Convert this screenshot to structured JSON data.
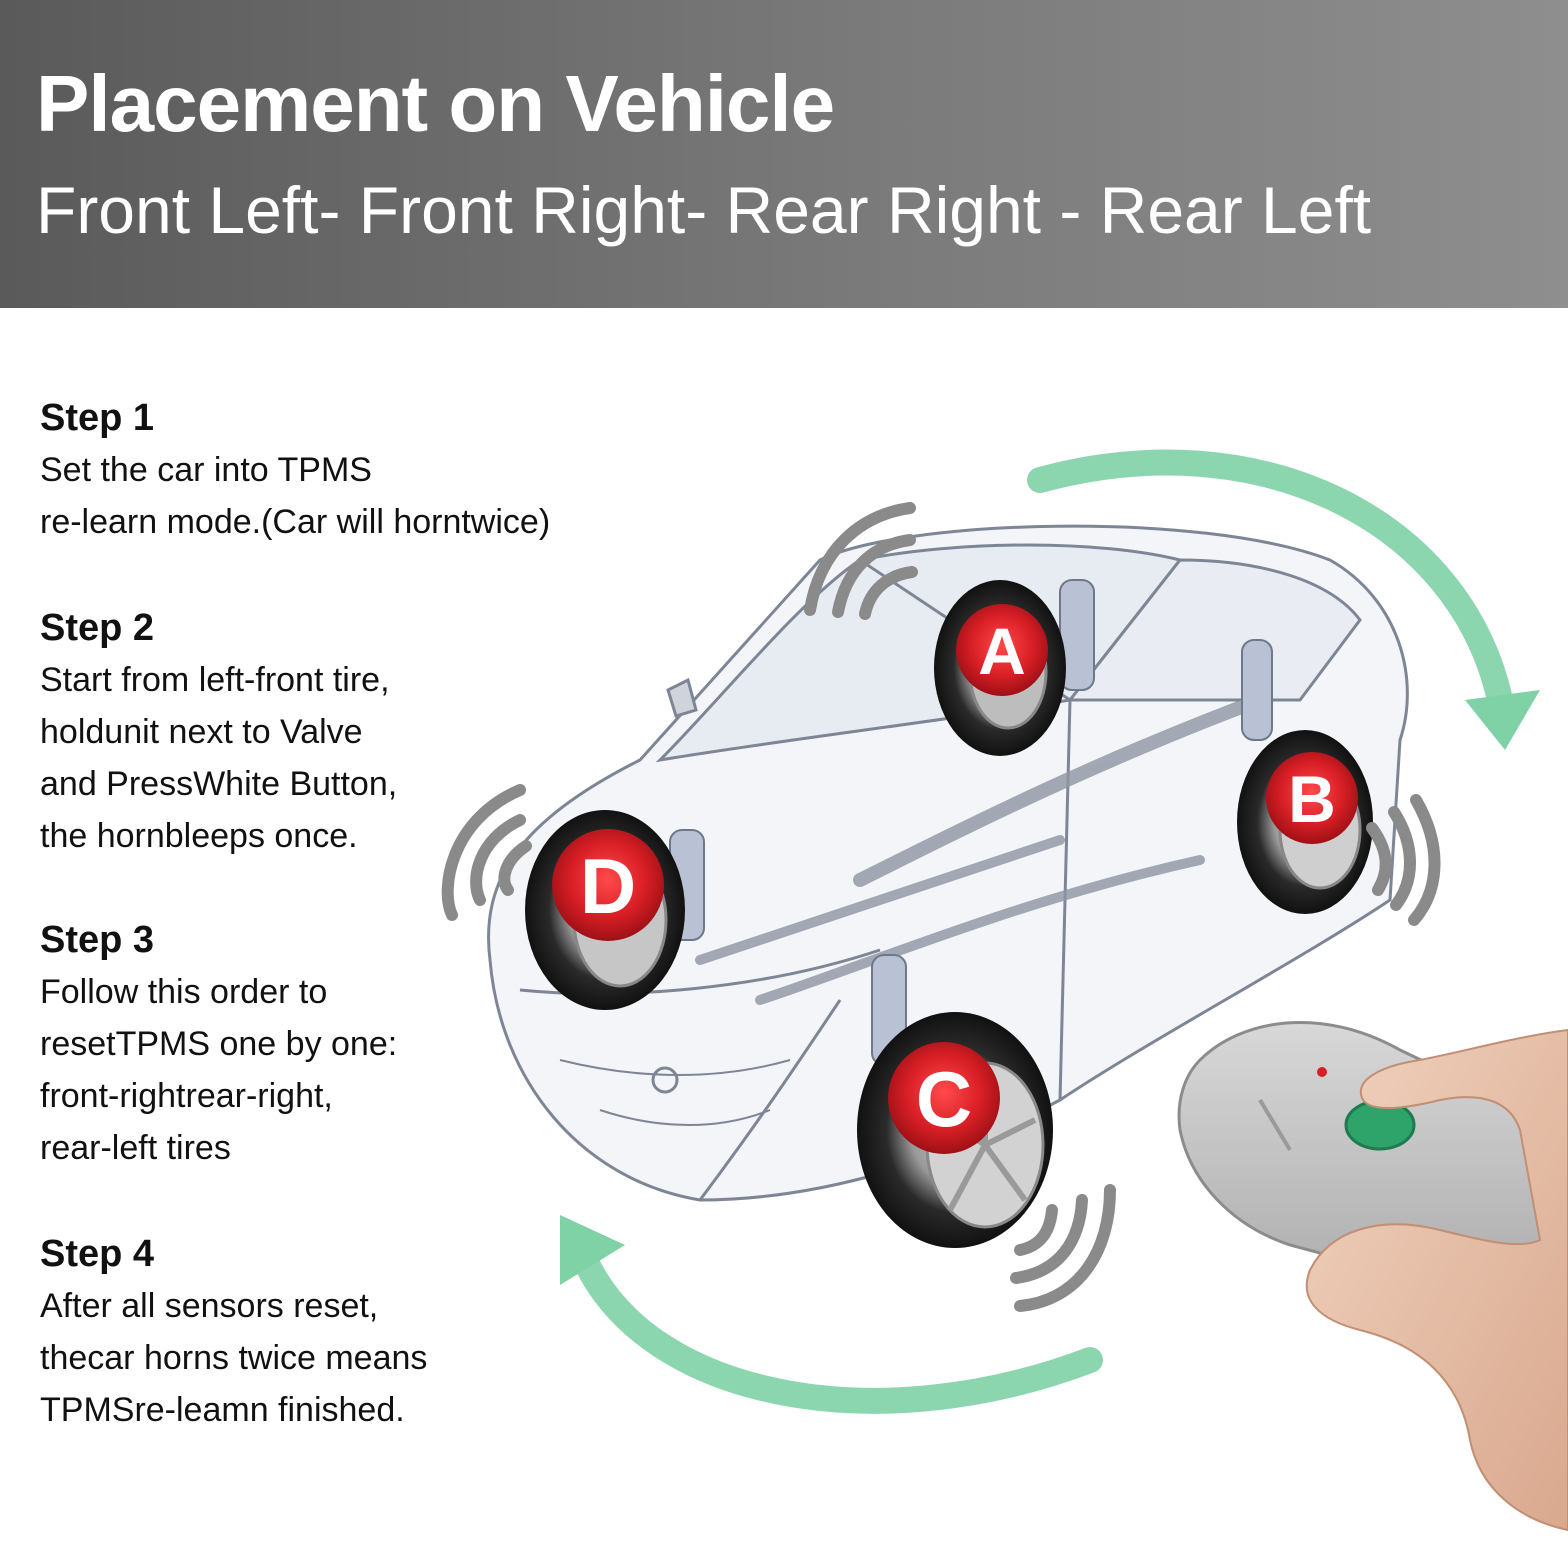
{
  "header": {
    "title": "Placement on Vehicle",
    "subtitle": "Front Left- Front Right- Rear Right - Rear Left"
  },
  "steps": [
    {
      "heading": "Step 1",
      "lines": [
        "Set the car into TPMS",
        "re-learn mode.(Car will horntwice)"
      ]
    },
    {
      "heading": "Step 2",
      "lines": [
        "Start from left-front tire,",
        "holdunit next to Valve",
        "and PressWhite Button,",
        "the hornbleeps once."
      ]
    },
    {
      "heading": "Step 3",
      "lines": [
        "Follow this order to",
        "resetTPMS one by one:",
        "front-rightrear-right,",
        "rear-left tires"
      ]
    },
    {
      "heading": "Step 4",
      "lines": [
        "After all sensors reset,",
        "thecar horns twice means",
        "TPMSre-leamn finished."
      ]
    }
  ],
  "wheel_labels": {
    "a": "A",
    "b": "B",
    "c": "C",
    "d": "D"
  },
  "colors": {
    "header_bg": "#6e6e6e",
    "marker_red": "#d91f26",
    "arrow_green": "#7fd1a6",
    "sound_wave": "#8a8a8a"
  }
}
